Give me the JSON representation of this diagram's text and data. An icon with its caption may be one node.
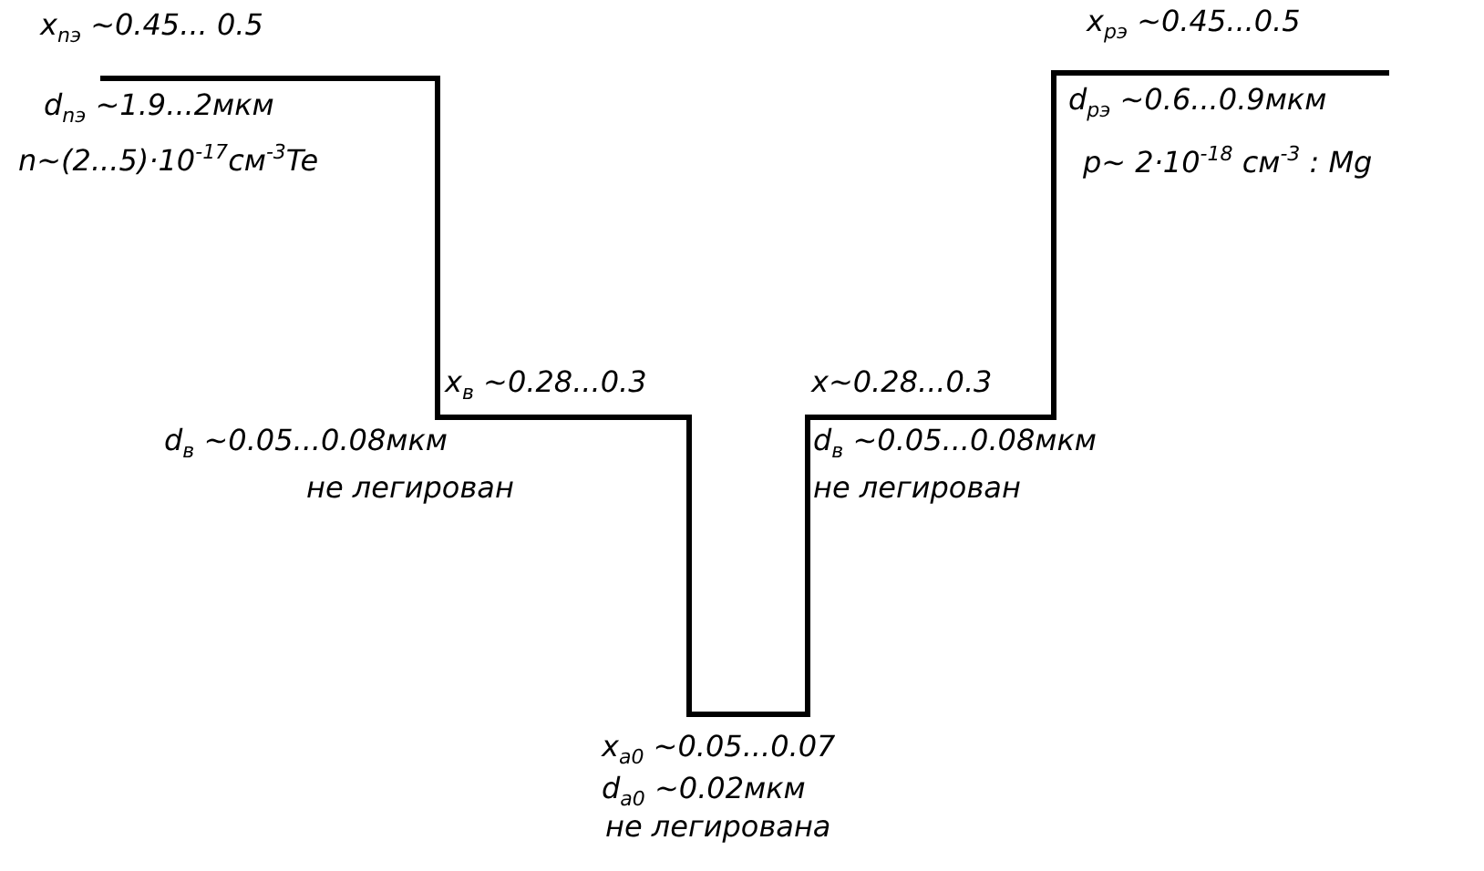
{
  "diagram": {
    "labels": [
      "x$_{nэ}$ ∼0.45... 0.5",
      "d$_{nэ}$ ∼1.9...2мкм",
      "n∼(2...5)·10$^{-17}$см$^{-3}$Te",
      "x$_{pэ}$ ∼0.45...0.5",
      "d$_{pэ}$ ∼0.6...0.9мкм",
      "p∼ 2·10$^{-18}$ см$^{-3}$ : Mg",
      "x$_{в}$ ∼0.28...0.3",
      "x∼0.28...0.3",
      "d$_{в}$ ∼0.05...0.08мкм",
      "не легирован",
      "d$_{в}$ ∼0.05...0.08мкм",
      "не легирован",
      "x$_{a0}$ ∼0.05...0.07",
      "d$_{a0}$ ∼0.02мкм",
      "не легирована"
    ]
  }
}
